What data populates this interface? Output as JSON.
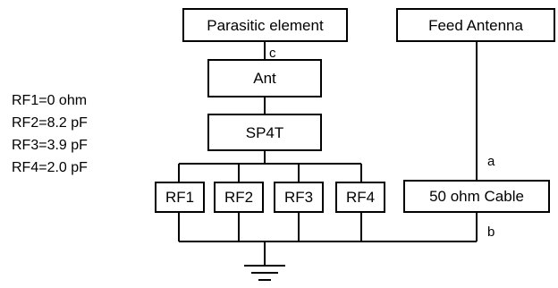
{
  "blocks": {
    "parasitic_element": "Parasitic element",
    "feed_antenna": "Feed Antenna",
    "ant": "Ant",
    "sp4t": "SP4T",
    "rf1": "RF1",
    "rf2": "RF2",
    "rf3": "RF3",
    "rf4": "RF4",
    "cable": "50 ohm Cable"
  },
  "nodes": {
    "a": "a",
    "b": "b",
    "c": "c"
  },
  "legend": [
    "RF1=0 ohm",
    "RF2=8.2 pF",
    "RF3=3.9 pF",
    "RF4=2.0 pF"
  ],
  "colors": {
    "line": "#000000",
    "box_fill": "#ffffff",
    "background": "#ffffff"
  }
}
